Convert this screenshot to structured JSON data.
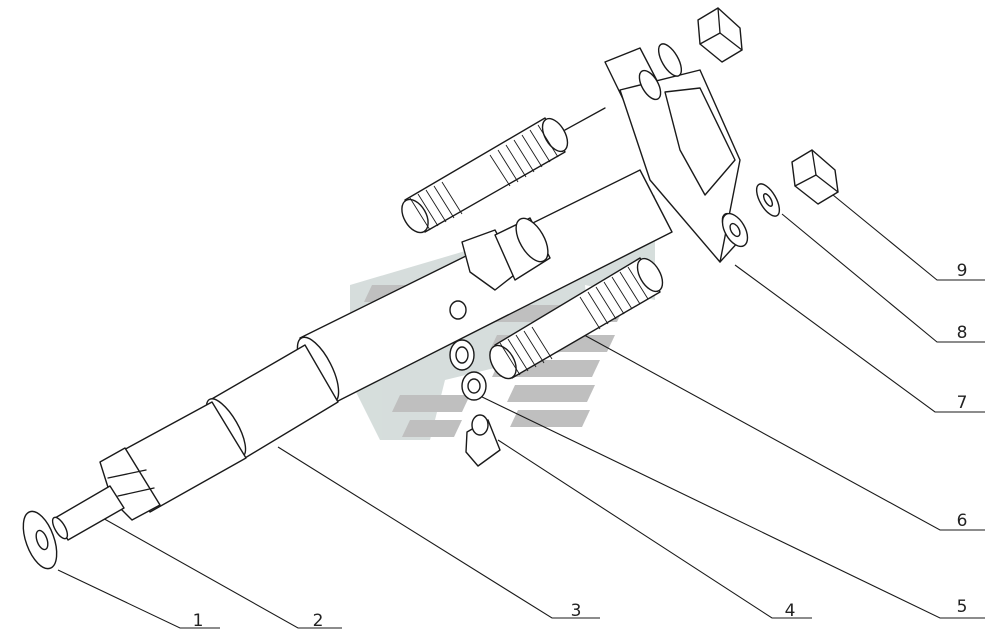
{
  "diagram": {
    "callouts": [
      {
        "label": "1"
      },
      {
        "label": "2"
      },
      {
        "label": "3"
      },
      {
        "label": "4"
      },
      {
        "label": "5"
      },
      {
        "label": "6"
      },
      {
        "label": "7"
      },
      {
        "label": "8"
      },
      {
        "label": "9"
      }
    ],
    "colors": {
      "line": "#1a1a1a",
      "watermark": "#b4b4b4",
      "background": "#ffffff"
    }
  }
}
